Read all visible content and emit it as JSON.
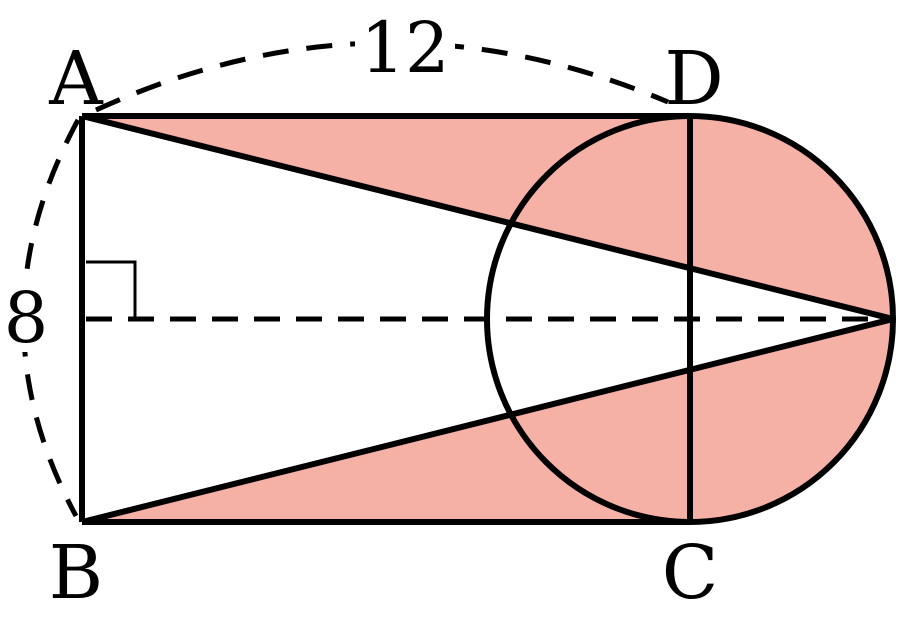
{
  "figure": {
    "labels": {
      "a": "A",
      "b": "B",
      "c": "C",
      "d": "D"
    },
    "dimensions": {
      "top": "12",
      "left": "8"
    },
    "colors": {
      "shade": "#f6b1a7",
      "stroke": "#000000",
      "background": "#ffffff"
    }
  }
}
